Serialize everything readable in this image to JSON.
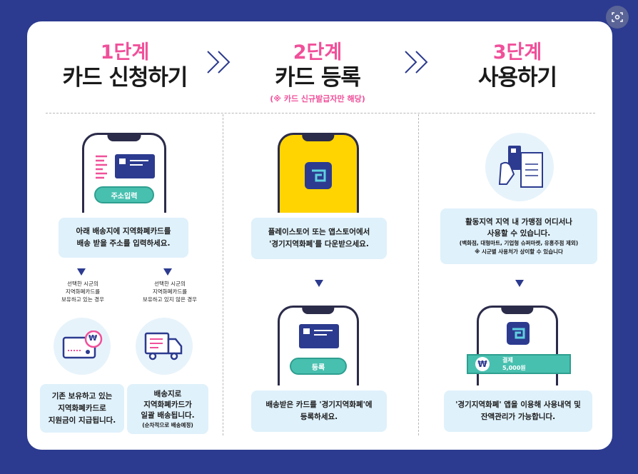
{
  "steps": [
    {
      "num": "1단계",
      "name": "카드 신청하기"
    },
    {
      "num": "2단계",
      "name": "카드 등록",
      "note": "(※ 카드 신규발급자만 해당)"
    },
    {
      "num": "3단계",
      "name": "사용하기"
    }
  ],
  "step1": {
    "phone_button": "주소입력",
    "bubble": [
      "아래 배송지에 지역화폐카드를",
      "배송 받을 주소를 입력하세요."
    ],
    "left_condition": [
      "선택한 시군의",
      "지역화폐카드를",
      "보유하고 있는 경우"
    ],
    "right_condition": [
      "선택한 시군의",
      "지역화폐카드를",
      "보유하고 있지 않은 경우"
    ],
    "left_result": [
      "기존 보유하고 있는",
      "지역화폐카드로",
      "지원금이 지급됩니다."
    ],
    "right_result": [
      "배송지로",
      "지역화폐카드가",
      "일괄 배송됩니다."
    ],
    "right_result_note": "(순차적으로 배송예정)",
    "won_symbol": "₩"
  },
  "step2": {
    "bubble_top": [
      "플레이스토어 또는 앱스토어에서",
      "'경기지역화폐'를 다운받으세요."
    ],
    "register_button": "등록",
    "bubble_bottom": [
      "배송받은 카드를 '경기지역화폐'에",
      "등록하세요."
    ]
  },
  "step3": {
    "bubble_top": [
      "활동지역 지역 내 가맹점 어디서나",
      "사용할 수 있습니다."
    ],
    "bubble_top_small": [
      "(백화점, 대형마트, 기업형 슈퍼마켓, 유흥주점 제외)",
      "※ 시군별 사용처가 상이할 수 있습니다"
    ],
    "payment_label": "결제",
    "payment_amount": "5,000원",
    "won_symbol": "₩",
    "bubble_bottom": [
      "'경기지역화폐' 앱을 이용해 사용내역 및",
      "잔액관리가 가능합니다."
    ]
  },
  "colors": {
    "background": "#2c3b8f",
    "accent_pink": "#f0509a",
    "bubble": "#dff1fb",
    "teal": "#48c0b0",
    "yellow": "#ffd400"
  }
}
